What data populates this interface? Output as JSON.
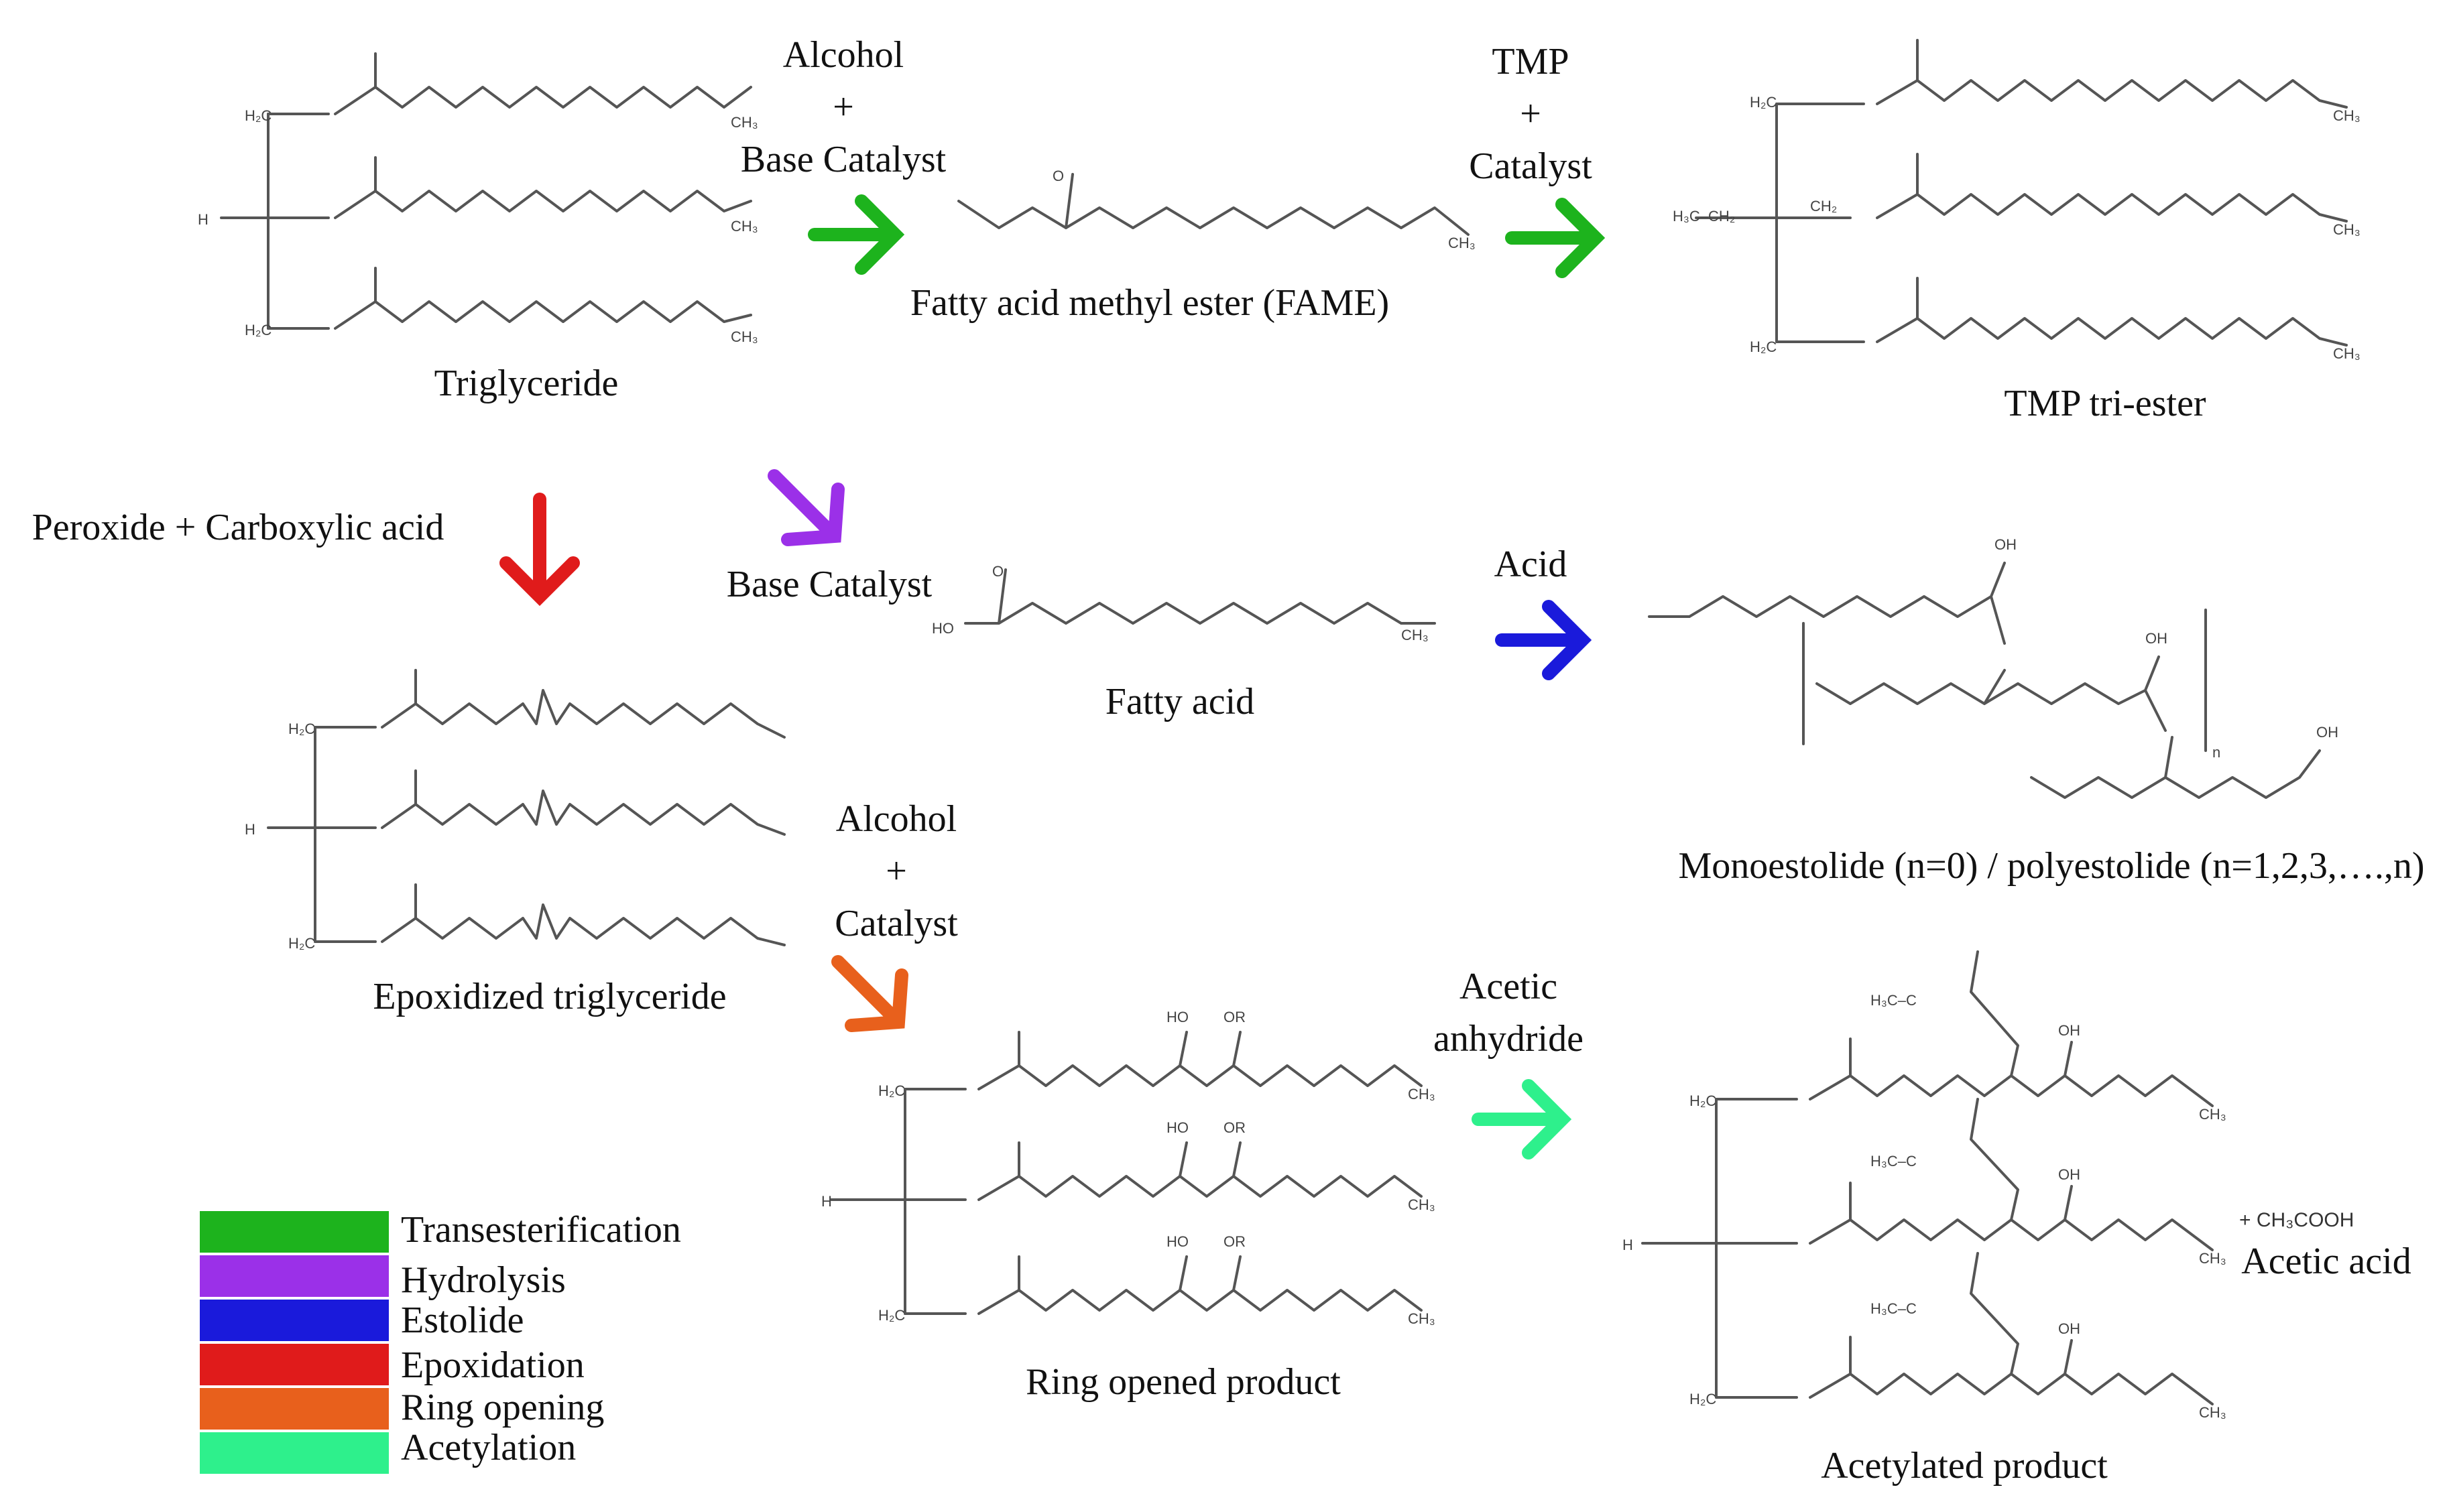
{
  "structures": {
    "triglyceride": "Triglyceride",
    "fame": "Fatty acid methyl ester (FAME)",
    "tmp_triester": "TMP tri-ester",
    "fatty_acid": "Fatty acid",
    "estolide": "Monoestolide (n=0) / polyestolide (n=1,2,3,….,n)",
    "epoxidized": "Epoxidized triglyceride",
    "ring_opened": "Ring opened product",
    "acetylated": "Acetylated product",
    "byproduct_formula": "+ CH₃COOH",
    "byproduct_name": "Acetic acid"
  },
  "conditions": {
    "transesterification": [
      "Alcohol",
      "+",
      "Base Catalyst"
    ],
    "tmp": [
      "TMP",
      "+",
      "Catalyst"
    ],
    "hydrolysis": "Base Catalyst",
    "epoxidation": "Peroxide + Carboxylic acid",
    "estolide": "Acid",
    "ring_opening": [
      "Alcohol",
      "+",
      "Catalyst"
    ],
    "acetylation": [
      "Acetic",
      "anhydride"
    ]
  },
  "legend": [
    {
      "label": "Transesterification",
      "color": "#1db31d"
    },
    {
      "label": "Hydrolysis",
      "color": "#9b30e8"
    },
    {
      "label": "Estolide",
      "color": "#1a1adb"
    },
    {
      "label": "Epoxidation",
      "color": "#e01b1b"
    },
    {
      "label": "Ring opening",
      "color": "#e8601c"
    },
    {
      "label": "Acetylation",
      "color": "#2ef08c"
    }
  ],
  "atoms": {
    "h": "H",
    "h2c": "H₂C",
    "ch3": "CH₃",
    "o": "O",
    "ho": "HO",
    "oh": "OH",
    "or": "OR",
    "h3c_ch2": "H₃C–CH₂",
    "ch2": "CH₂",
    "h3c_c": "H₃C–C",
    "n": "n"
  }
}
